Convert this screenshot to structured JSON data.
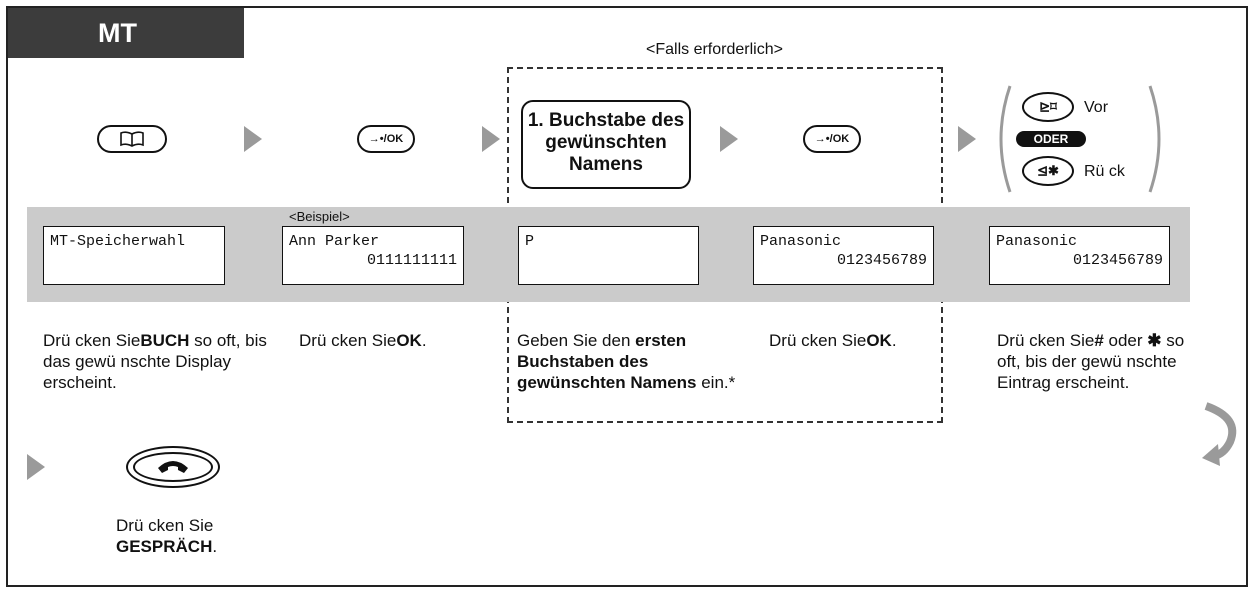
{
  "header": {
    "tab_label": "MT",
    "optional_note": "<Falls erforderlich>",
    "example_label": "<Beispiel>"
  },
  "buttons": {
    "ok_label": "→•/OK",
    "first_letter_text": "1. Buchstabe des\ngewünschten\nNamens",
    "oder_label": "ODER",
    "vor_label": "Vor",
    "rueck_label": "Rü ck"
  },
  "displays": [
    {
      "line1": "MT-Speicherwahl",
      "line2": ""
    },
    {
      "line1": "Ann Parker",
      "line2": "0111111111"
    },
    {
      "line1": "P",
      "line2": ""
    },
    {
      "line1": "Panasonic",
      "line2": "0123456789"
    },
    {
      "line1": "Panasonic",
      "line2": "0123456789"
    }
  ],
  "steps": {
    "s1_pre": "Drü cken Sie",
    "s1_bold": "BUCH",
    "s1_post": " so oft, bis das gewü nschte Display erscheint.",
    "s2_pre": "Drü cken Sie",
    "s2_bold": "OK",
    "s2_post": ".",
    "s3_pre": "Geben Sie den ",
    "s3_bold": "ersten Buchstaben des gewünschten Namens",
    "s3_post": " ein.*",
    "s4_pre": "Drü cken Sie",
    "s4_bold": "OK",
    "s4_post": ".",
    "s5_pre": "Drü cken Sie",
    "s5_bold": "#",
    "s5_mid": " oder ",
    "s5_star": "✱",
    "s5_post": " so oft, bis der gewü nschte Eintrag erscheint.",
    "s6_pre": "Drü cken Sie",
    "s6_bold": "GESPRÄCH",
    "s6_post": "."
  },
  "icons": [
    "book-icon",
    "ok-key-icon",
    "arrow-right-icon",
    "nav-up-icon",
    "nav-down-icon",
    "hang-up-phone-icon",
    "return-arrow-icon"
  ]
}
